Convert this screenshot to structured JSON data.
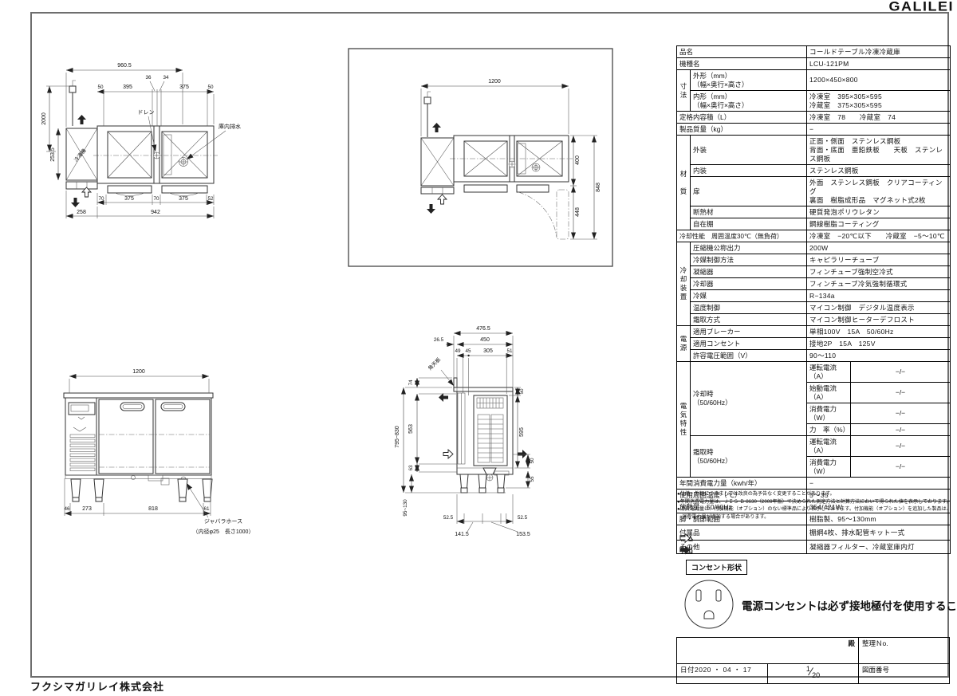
{
  "page": {
    "logo": "GALILEI",
    "company": "フクシマガリレイ株式会社"
  },
  "spec": {
    "hinmei_l": "品名",
    "hinmei": "コールドテーブル冷凍冷蔵庫",
    "kishu_l": "機種名",
    "kishu": "LCU-121PM",
    "g_sunpo": "寸\n法",
    "gaikei_l": "外形（mm）\n（幅×奥行×高さ）",
    "gaikei": "1200×450×800",
    "naikei_l": "内形（mm）\n（幅×奥行×高さ）",
    "naikei": "冷凍室　395×305×595\n冷蔵室　375×305×595",
    "naiyo_l": "定格内容積（L）",
    "naiyo": "冷凍室　78　　冷蔵室　74",
    "shitsuryo_l": "製品質量（kg）",
    "shitsuryo": "−",
    "g_zaishitsu": "材\n\n質",
    "gaiso_l": "外装",
    "gaiso": "正面・側面　ステンレス鋼板\n背面・底面　亜鉛鉄板　　天板　ステンレス鋼板",
    "naiso_l": "内装",
    "naiso": "ステンレス鋼板",
    "tobira_l": "扉",
    "tobira": "外面　ステンレス鋼板　クリアコーティング\n裏面　樹脂成形品　マグネット式2枚",
    "dannetsu_l": "断熱材",
    "dannetsu": "硬質発泡ポリウレタン",
    "jizaidana_l": "自在棚",
    "jizaidana": "鋼線樹脂コーティング",
    "reikyaku_l": "冷却性能　周囲温度30℃（無負荷）",
    "reikyaku": "冷凍室　−20℃以下　　冷蔵室　−5～10℃",
    "g_reikyaku": "冷\n却\n装\n置",
    "asshuku_l": "圧縮機公称出力",
    "asshuku": "200W",
    "reibai_seigyo_l": "冷媒制御方法",
    "reibai_seigyo": "キャピラリーチューブ",
    "gyoshukuki_l": "凝縮器",
    "gyoshukuki": "フィンチューブ強制空冷式",
    "reikyakuki_l": "冷却器",
    "reikyakuki": "フィンチューブ冷気強制循環式",
    "reibai_l": "冷媒",
    "reibai": "R−134a",
    "ondo_l": "温度制御",
    "ondo": "マイコン制御　デジタル温度表示",
    "shimotori_l": "霜取方式",
    "shimotori": "マイコン制御ヒーターデフロスト",
    "g_dengen": "電\n源",
    "breaker_l": "適用ブレーカー",
    "breaker": "単相100V　15A　50/60Hz",
    "consent_l": "適用コンセント",
    "consent": "接地2P　15A　125V",
    "denatsu_l": "許容電圧範囲（V）",
    "denatsu": "90～110",
    "g_denki": "電\n気\n特\n性",
    "cool_l": "冷却時\n（50/60Hz）",
    "defrost_l": "霜取時\n（50/60Hz）",
    "p_unten": "運転電流（A）",
    "p_shido": "始動電流（A）",
    "p_shohi": "消費電力（W）",
    "p_rikiritsu": "力　率（%）",
    "nd": "−/−",
    "nenkan_l": "年間消費電力量（kwh/年）",
    "nenkan": "−",
    "shiyo_l": "使用周囲温度（℃）",
    "shiyo": "5～35",
    "honetsu_l": "放熱量　50/60Hz",
    "honetsu": "354/421W",
    "ashi_l": "脚・調節範囲",
    "ashi": "樹脂製、95～130mm",
    "fuzoku_l": "付属品",
    "fuzoku": "棚網4枚、排水配管キット一式",
    "sonota_l": "その他",
    "sonota": "凝縮器フィルター、冷蔵室庫内灯"
  },
  "notes": {
    "n1": "●仕様・外観につきましては改良の為予告なく変更することがあります。",
    "n2": "●年間消費電力量は、ＪＩＳ Ｂ 8630（2009年版）で決められた測定方法と計算方法において得られた値を表示しております。",
    "n3": "●消費電力量は、付加機能（オプション）のない標準品により表示しております。付加機能（オプション）を追加した製品は、",
    "n4": "　消費電力量が増加する場合があります。"
  },
  "legend": {
    "suction": "吸込",
    "blowout": "吹出"
  },
  "outlet": {
    "box_label": "コンセント形状",
    "warning": "電源コンセントは必ず接地極付を使用すること"
  },
  "title_block": {
    "dono": "殿",
    "seiri": "整理Ｎo.",
    "date": "日付2020 ・ 04 ・ 17",
    "sheet_no": "1",
    "sheet_slash": "⁄",
    "sheet_total": "20",
    "zuban": "図面番号"
  },
  "d1": {
    "overall": "960.5",
    "t50a": "50",
    "t395": "395",
    "t36": "36",
    "t34": "34",
    "t375": "375",
    "t50b": "50",
    "v2000": "2000",
    "v2535": "253.5",
    "drain": "ドレン",
    "kodrain": "庫内排水",
    "freezer": "冷凍機",
    "b70a": "70",
    "b375a": "375",
    "b70b": "70",
    "b375b": "375",
    "b52": "52",
    "b258": "258",
    "b942": "942"
  },
  "d2": {
    "w1200": "1200",
    "r400": "400",
    "r848": "848",
    "r448": "448"
  },
  "d3": {
    "w1200": "1200",
    "b46": "46",
    "b273": "273",
    "b818": "818",
    "b61": "61",
    "hose1": "ジャバラホース",
    "hose2": "（内径φ25　長さ1000）"
  },
  "d4": {
    "t4765": "476.5",
    "t265": "26.5",
    "t450": "450",
    "t49": "49",
    "t45": "45",
    "t305": "305",
    "t51": "51",
    "l74": "74",
    "l563": "563",
    "l63": "63",
    "l795": "795~830",
    "l95": "95~130",
    "r50a": "50",
    "r595": "595",
    "r50b": "50",
    "r55": "55",
    "b525a": "52.5",
    "b525b": "52.5",
    "b1415": "141.5",
    "b1535": "153.5",
    "tenban": "角天板"
  },
  "colors": {
    "line": "#333333",
    "frame": "#6e6e6e",
    "text": "#111111"
  }
}
